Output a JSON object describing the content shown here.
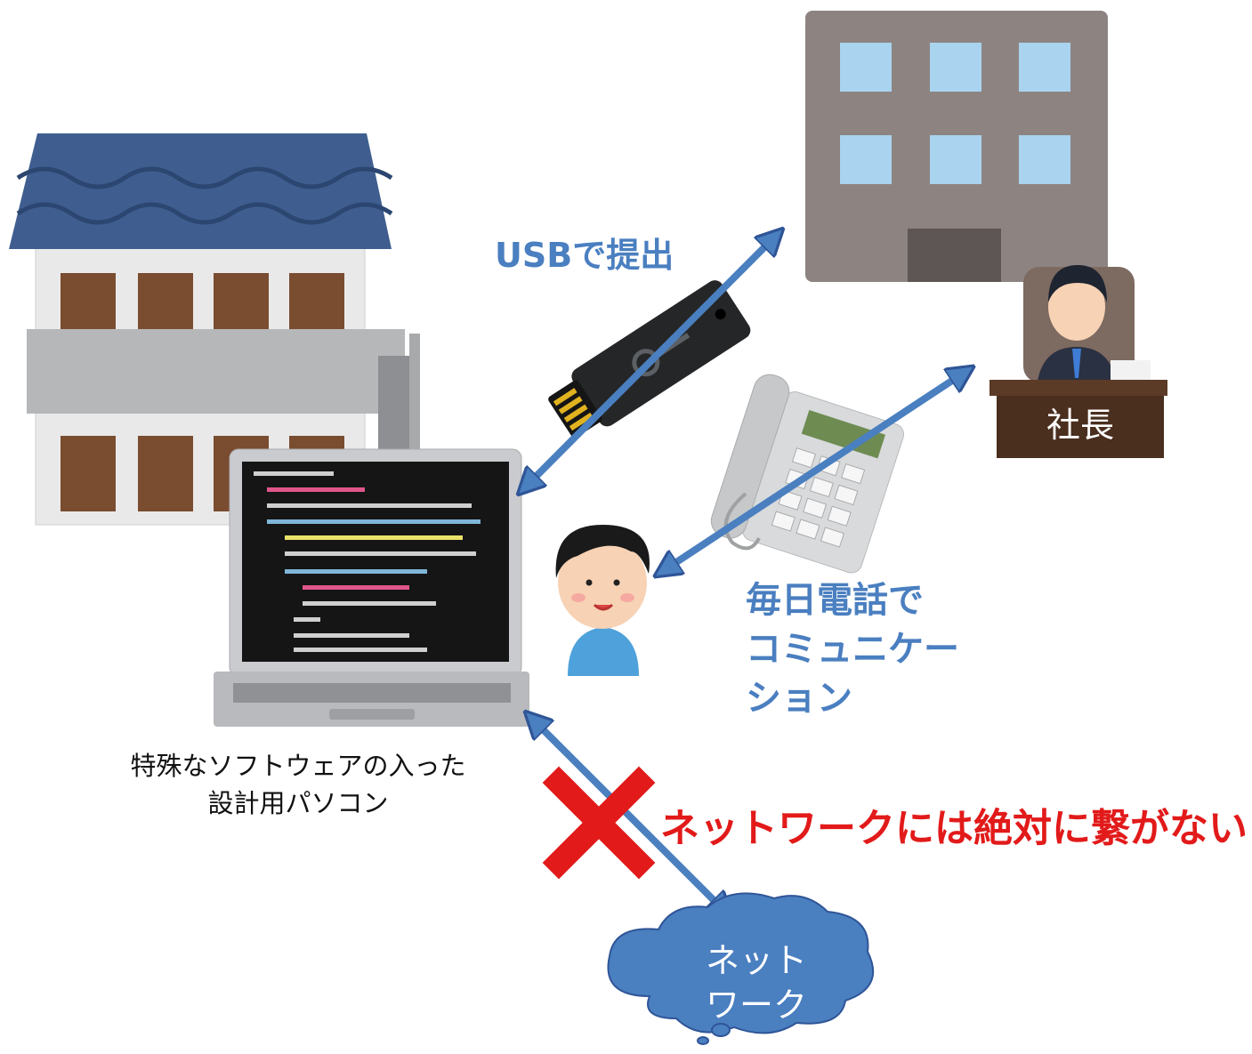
{
  "labels": {
    "usb": "USBで提出",
    "phone_line1": "毎日電話で",
    "phone_line2": "コミュニケー",
    "phone_line3": "ション",
    "network_warning": "ネットワークには絶対に繋がない",
    "pc_line1": "特殊なソフトウェアの入った",
    "pc_line2": "設計用パソコン",
    "ceo_desk": "社長",
    "cloud_line1": "ネット",
    "cloud_line2": "ワーク"
  },
  "colors": {
    "arrow": "#4a7fc0",
    "arrow_outline": "#2f5597",
    "cloud": "#4a7fc0",
    "warning_text": "#e21a1a",
    "label_blue": "#4a7fc0",
    "cross": "#e21a1a"
  }
}
